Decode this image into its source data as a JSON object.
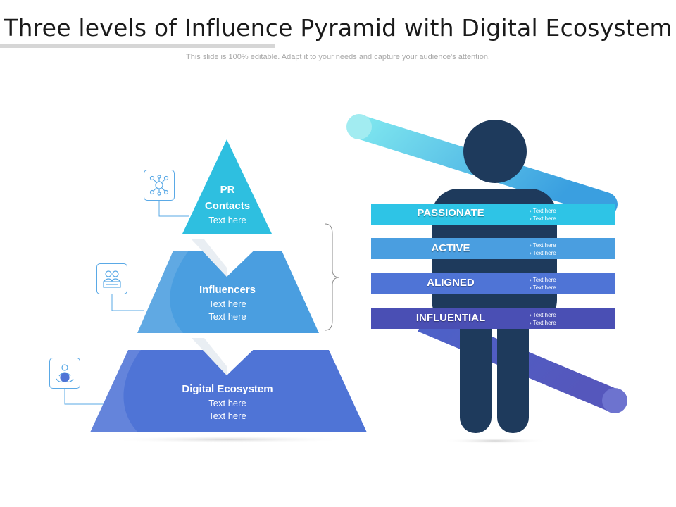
{
  "header": {
    "title": "Three levels of Influence Pyramid with Digital Ecosystem",
    "subtitle": "This slide is 100% editable. Adapt it to your needs and capture your audience's attention."
  },
  "pyramid": {
    "top": {
      "title_line1": "PR",
      "title_line2": "Contacts",
      "line1": "Text here",
      "icon": "network-people-icon"
    },
    "middle": {
      "title": "Influencers",
      "line1": "Text here",
      "line2": "Text here",
      "icon": "group-presentation-icon"
    },
    "bottom": {
      "title": "Digital Ecosystem",
      "line1": "Text here",
      "line2": "Text here",
      "icon": "person-globe-icon"
    }
  },
  "bands": [
    {
      "label": "PASSIONATE",
      "bullet1": "Text here",
      "bullet2": "Text here",
      "color": "#2ec4e6"
    },
    {
      "label": "ACTIVE",
      "bullet1": "Text here",
      "bullet2": "Text here",
      "color": "#4a9ee0"
    },
    {
      "label": "ALIGNED",
      "bullet1": "Text here",
      "bullet2": "Text here",
      "color": "#4f74d6"
    },
    {
      "label": "INFLUENTIAL",
      "bullet1": "Text here",
      "bullet2": "Text here",
      "color": "#4a4fb4"
    }
  ],
  "colors": {
    "person": "#1e3a5c",
    "top_tier": "#2ebfe0",
    "middle_tier": "#4a9ee0",
    "bottom_tier": "#4f74d6",
    "sash_top": "#5ad8e8",
    "sash_bottom": "#5557bc"
  }
}
